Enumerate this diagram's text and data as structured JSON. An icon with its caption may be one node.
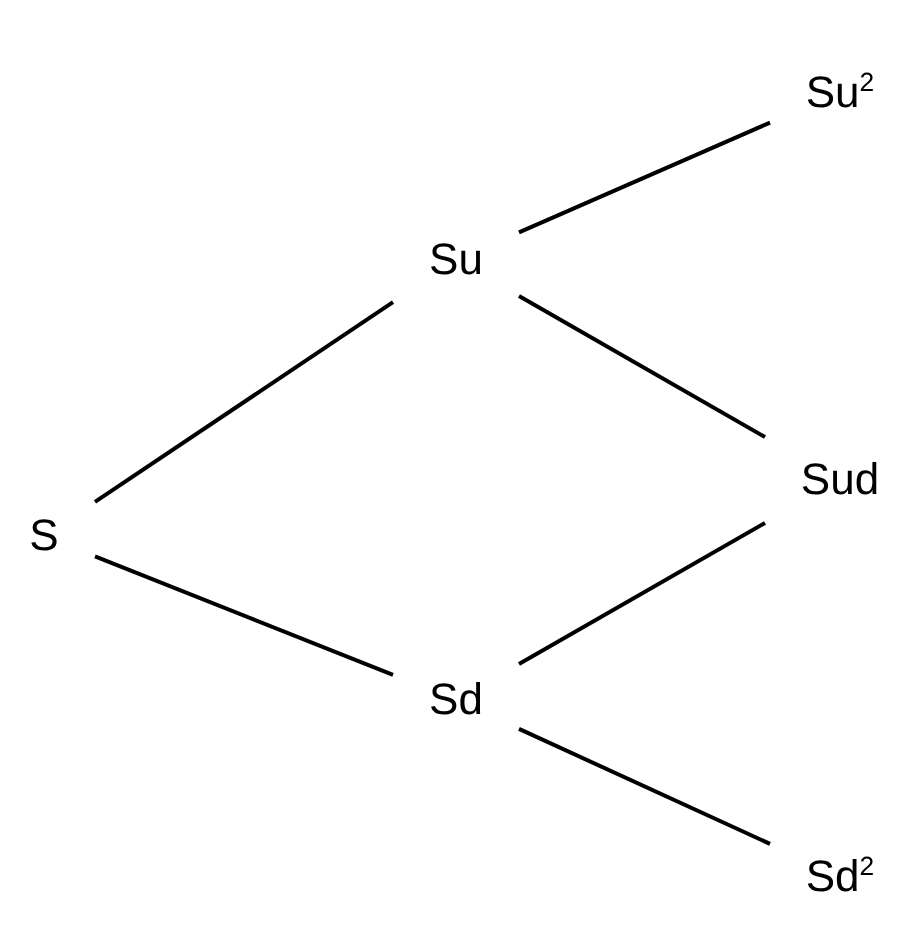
{
  "diagram": {
    "nodes": [
      {
        "text": [
          "S"
        ]
      },
      {
        "text": [
          "Su"
        ]
      },
      {
        "text": [
          "Sd"
        ]
      },
      {
        "text": [
          "Su$^{2}$"
        ]
      },
      {
        "text": [
          "Sud"
        ]
      },
      {
        "text": [
          "Sd$^{2}$"
        ]
      }
    ],
    "edges": [
      {
        "from": 0,
        "to": 1,
        "arrow": "none"
      },
      {
        "from": 0,
        "to": 2,
        "arrow": "none"
      },
      {
        "from": 1,
        "to": 3,
        "arrow": "none"
      },
      {
        "from": 1,
        "to": 4,
        "arrow": "none"
      },
      {
        "from": 2,
        "to": 4,
        "arrow": "none"
      },
      {
        "from": 2,
        "to": 5,
        "arrow": "none"
      }
    ]
  }
}
